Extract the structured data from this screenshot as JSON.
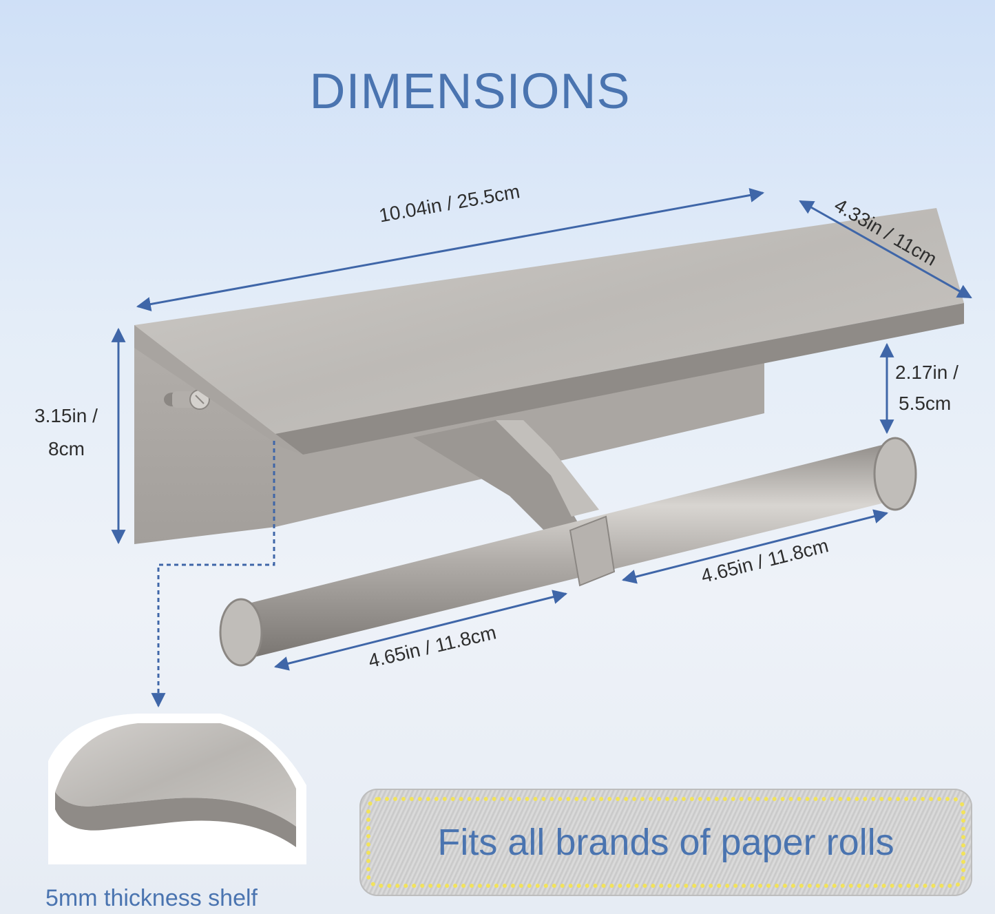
{
  "title": "DIMENSIONS",
  "dimensions": {
    "length": "10.04in / 25.5cm",
    "depth": "4.33in / 11cm",
    "height_line1": "3.15in /",
    "height_line2": "8cm",
    "clearance_line1": "2.17in /",
    "clearance_line2": "5.5cm",
    "rod_right": "4.65in / 11.8cm",
    "rod_left": "4.65in / 11.8cm"
  },
  "banner": {
    "text": "Fits all brands of paper rolls"
  },
  "detail_caption": "5mm thickness shelf",
  "colors": {
    "accent": "#4a74b0",
    "arrow": "#3f66a8",
    "metal": "#bdbab6",
    "banner_dots": "#f2e35a"
  }
}
